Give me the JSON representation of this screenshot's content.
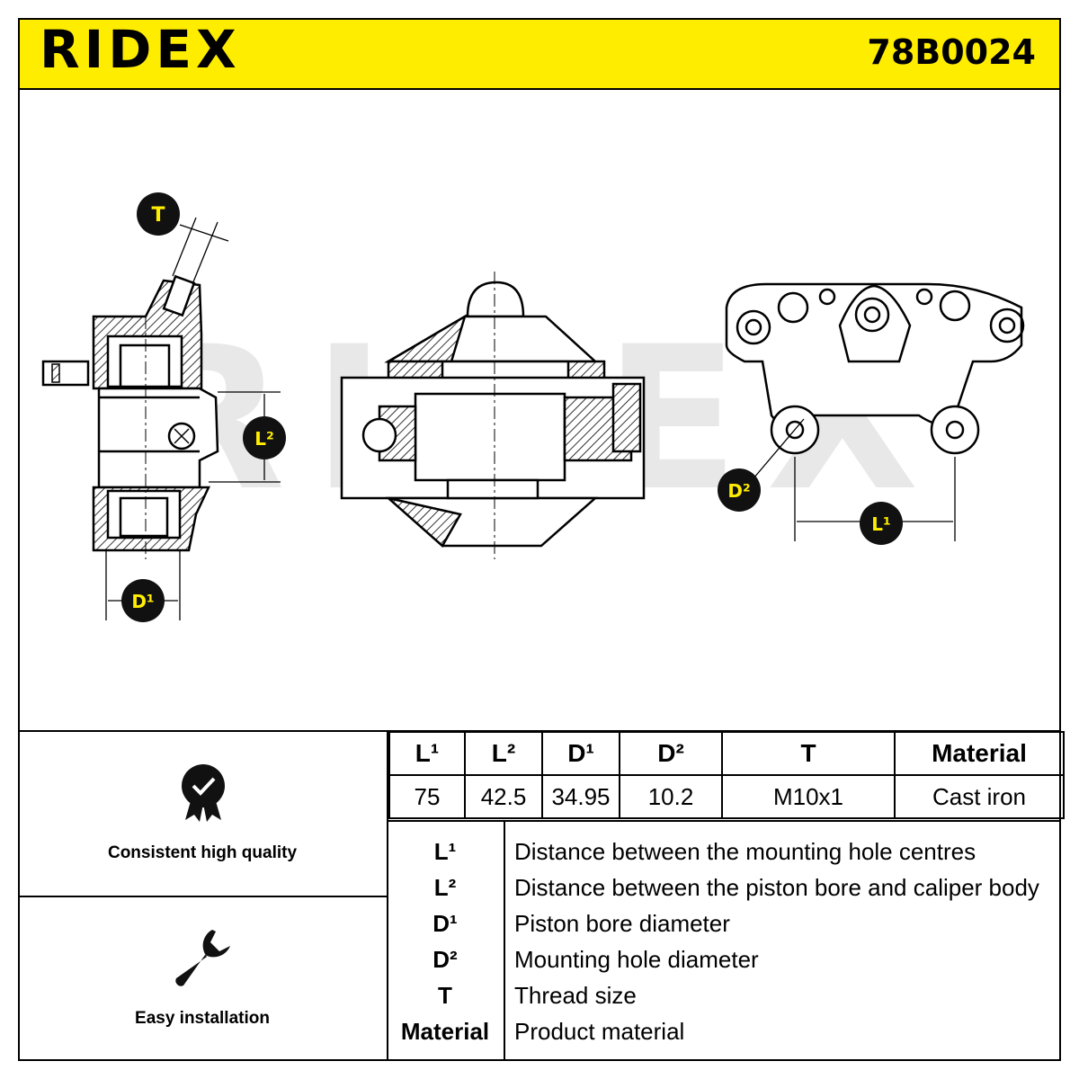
{
  "header": {
    "brand": "RIDEX",
    "part_number": "78B0024"
  },
  "drawing": {
    "watermark": "RIDEX",
    "labels": {
      "T": "T",
      "L1": "L¹",
      "L2": "L²",
      "D1": "D¹",
      "D2": "D²"
    }
  },
  "features": [
    {
      "label": "Consistent high quality",
      "icon": "quality-badge-icon"
    },
    {
      "label": "Easy installation",
      "icon": "wrench-icon"
    }
  ],
  "spec_table": {
    "headers": [
      "L¹",
      "L²",
      "D¹",
      "D²",
      "T",
      "Material"
    ],
    "values": [
      "75",
      "42.5",
      "34.95",
      "10.2",
      "M10x1",
      "Cast iron"
    ]
  },
  "legend": [
    {
      "key": "L¹",
      "desc": "Distance between the mounting hole centres"
    },
    {
      "key": "L²",
      "desc": "Distance between the piston bore and caliper body"
    },
    {
      "key": "D¹",
      "desc": "Piston bore diameter"
    },
    {
      "key": "D²",
      "desc": "Mounting hole diameter"
    },
    {
      "key": "T",
      "desc": "Thread size"
    },
    {
      "key": "Material",
      "desc": "Product material"
    }
  ],
  "colors": {
    "header_bg": "#ffed00",
    "badge_fill": "#111111",
    "badge_text": "#ffed00",
    "watermark": "#e8e8e8"
  }
}
